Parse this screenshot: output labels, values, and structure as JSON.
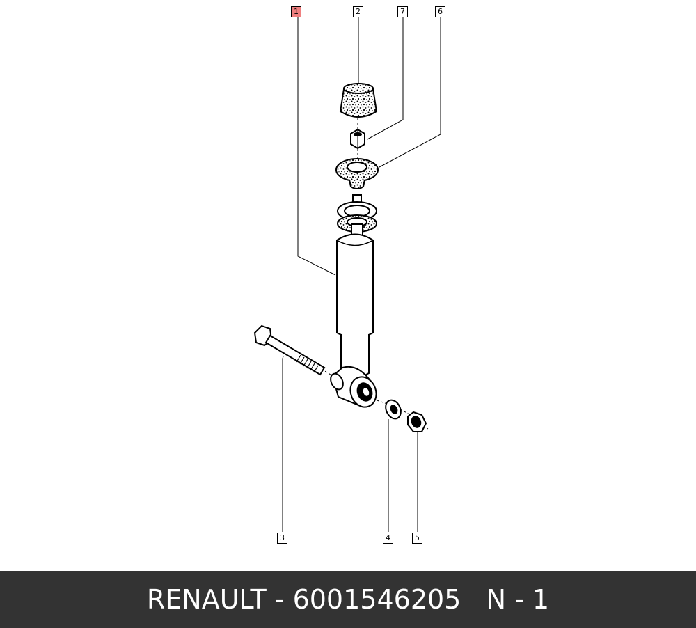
{
  "callouts": [
    "1",
    "2",
    "7",
    "6",
    "3",
    "4",
    "5"
  ],
  "highlight_color": "#f08080",
  "footer": {
    "brand": "RENAULT",
    "separator": " - ",
    "part_number": "6001546205",
    "page_label": "N - 1"
  },
  "footer_background": "#333333"
}
